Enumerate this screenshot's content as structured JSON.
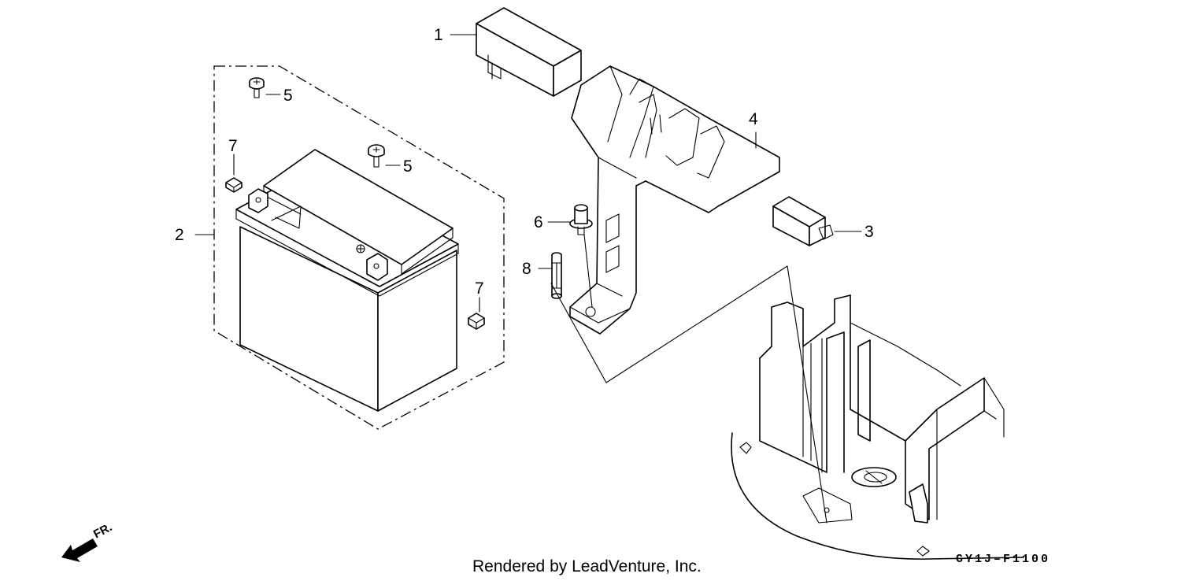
{
  "callouts": [
    {
      "id": "1",
      "label": "1"
    },
    {
      "id": "2",
      "label": "2"
    },
    {
      "id": "3",
      "label": "3"
    },
    {
      "id": "4",
      "label": "4"
    },
    {
      "id": "5a",
      "label": "5"
    },
    {
      "id": "5b",
      "label": "5"
    },
    {
      "id": "6",
      "label": "6"
    },
    {
      "id": "7a",
      "label": "7"
    },
    {
      "id": "7b",
      "label": "7"
    },
    {
      "id": "8",
      "label": "8"
    }
  ],
  "direction_label": "FR.",
  "footer": {
    "credit": "Rendered by LeadVenture, Inc.",
    "diagram_code": "GY1J–F1100"
  }
}
